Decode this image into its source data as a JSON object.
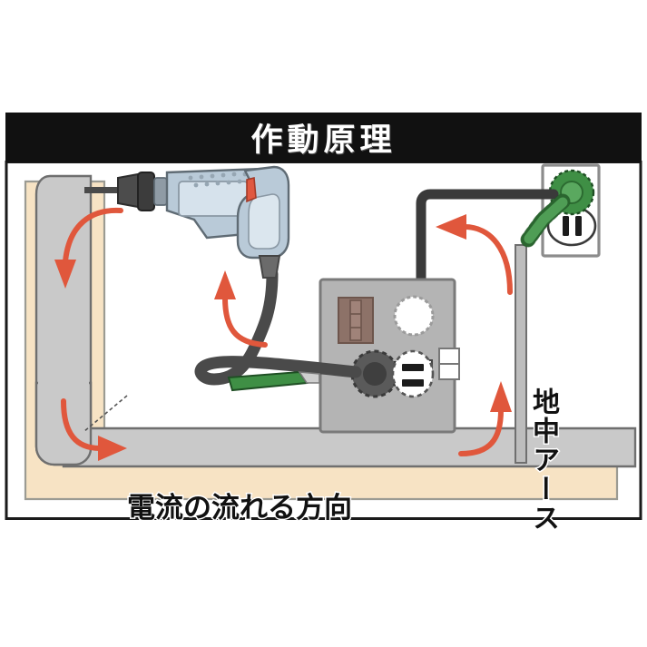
{
  "title_bar": {
    "text": "作動原理",
    "background": "#111111",
    "text_color": "#ffffff"
  },
  "diagram": {
    "type": "electrical-grounding-principle-illustration",
    "frame_border_color": "#1a1a1a",
    "background": "#ffffff",
    "labels": [
      {
        "id": "current-direction",
        "text": "電流の流れる方向",
        "orientation": "horizontal",
        "color": "#111111",
        "outline_color": "#ffffff"
      },
      {
        "id": "underground-earth",
        "text": "地中アース",
        "orientation": "vertical",
        "color": "#111111",
        "outline_color": "#ffffff"
      }
    ],
    "objects": [
      {
        "name": "concrete-column",
        "color": "#f7e3c4",
        "description": "vertical beige concrete column at left"
      },
      {
        "name": "concrete-foundation",
        "color": "#f7e3c4",
        "description": "horizontal beige concrete foundation slab at bottom"
      },
      {
        "name": "rebar-vertical",
        "color": "#c9c9c9",
        "description": "grey reinforcing bar inside the column"
      },
      {
        "name": "rebar-horizontal",
        "color": "#c9c9c9",
        "description": "grey reinforcing bar inside the foundation"
      },
      {
        "name": "electric-drill",
        "color": "#b9cad8",
        "description": "hand drill boring into the column"
      },
      {
        "name": "control-box",
        "color": "#b4b4b4",
        "description": "grey control unit with meter, dial, buttons and socket"
      },
      {
        "name": "wall-outlet",
        "color": "#ffffff",
        "description": "wall receptacle plate at upper right"
      },
      {
        "name": "earth-rod",
        "color": "#b9b9b9",
        "description": "vertical ground rod driven into the foundation"
      },
      {
        "name": "power-cable",
        "color": "#3a3a3a",
        "description": "black cable from outlet to control box"
      },
      {
        "name": "drill-cable",
        "color": "#4a4a4a",
        "description": "black drill cord plugged into control box"
      },
      {
        "name": "green-plug",
        "color": "#3f8f45",
        "description": "green plugs at outlet, control box and earth rod"
      }
    ],
    "flow_arrows": {
      "color": "#e0573c",
      "count": 5,
      "items": [
        {
          "id": "arrow-down-column",
          "direction": "down",
          "note": "current travels down the rebar in the column"
        },
        {
          "id": "arrow-right-foundation",
          "direction": "right",
          "note": "current travels right along the foundation rebar"
        },
        {
          "id": "arrow-up-earth-rod",
          "direction": "up",
          "note": "current rises up the earth rod"
        },
        {
          "id": "arrow-left-cable",
          "direction": "left",
          "note": "current flows along the cable to the control box"
        },
        {
          "id": "arrow-up-drill",
          "direction": "up",
          "note": "current flows up to the drill"
        }
      ]
    },
    "control_box": {
      "meter_panel_color": "#8d7268",
      "dial_color": "#ffffff",
      "button_red": "#cf3a2a",
      "button_green": "#2e7d32",
      "button_white": "#ffffff",
      "knob_color": "#555555",
      "socket_color": "#ffffff"
    }
  }
}
